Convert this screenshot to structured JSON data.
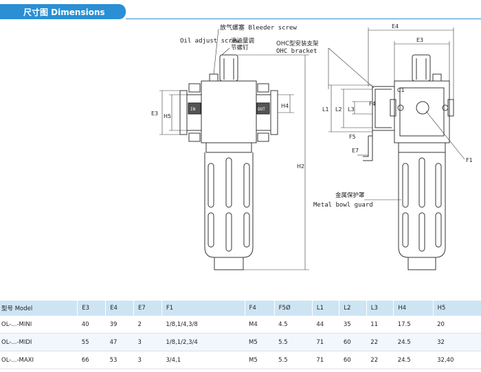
{
  "header": {
    "title": "尺寸图 Dimensions",
    "color": "#2a8fd4"
  },
  "drawing": {
    "labels": {
      "bleeder_screw": "放气螺塞 Bleeder screw",
      "oil_adjust_screw": "Oil adjust screw",
      "oil_adjust_cn_1": "滴油量调",
      "oil_adjust_cn_2": "节螺钉",
      "ohc_bracket_cn": "OHC型安装支架",
      "ohc_bracket_en": "OHC bracket",
      "metal_bowl_cn": "金属保护罩",
      "metal_bowl_en": "Metal bowl guard",
      "port_in": "IN",
      "port_out": "OUT"
    },
    "dims": {
      "e3": "E3",
      "e4": "E4",
      "e7": "E7",
      "f1": "F1",
      "f4": "F4",
      "f5": "F5",
      "l1": "L1",
      "l2": "L2",
      "l3": "L3",
      "h2": "H2",
      "h4": "H4",
      "h5": "H5",
      "c1": "C1"
    }
  },
  "table": {
    "headers": [
      "型号 Model",
      "E3",
      "E4",
      "E7",
      "F1",
      "F4",
      "F5Ø",
      "L1",
      "L2",
      "L3",
      "H4",
      "H5"
    ],
    "rows": [
      [
        "OL-...-MINI",
        "40",
        "39",
        "2",
        "1/8,1/4,3/8",
        "M4",
        "4.5",
        "44",
        "35",
        "11",
        "17.5",
        "20"
      ],
      [
        "OL-...-MIDI",
        "55",
        "47",
        "3",
        "1/8,1/2,3/4",
        "M5",
        "5.5",
        "71",
        "60",
        "22",
        "24.5",
        "32"
      ],
      [
        "OL-...-MAXI",
        "66",
        "53",
        "3",
        "3/4,1",
        "M5",
        "5.5",
        "71",
        "60",
        "22",
        "24.5",
        "32,40"
      ]
    ]
  }
}
